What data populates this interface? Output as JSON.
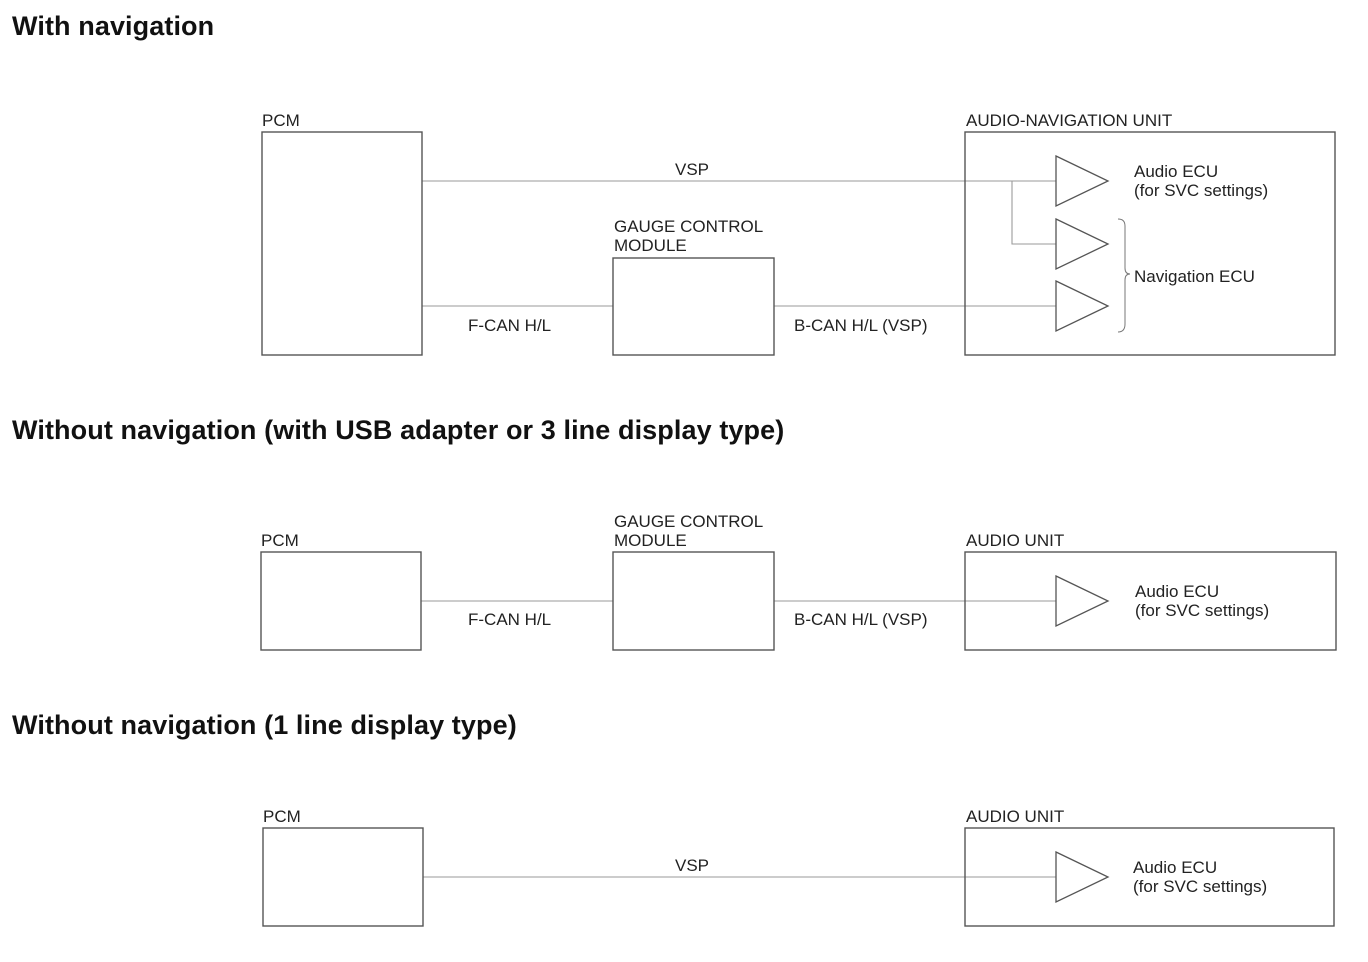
{
  "sections": [
    {
      "heading": "With navigation",
      "pcm_label": "PCM",
      "gauge_label_line1": "GAUGE CONTROL",
      "gauge_label_line2": "MODULE",
      "unit_label": "AUDIO-NAVIGATION UNIT",
      "vsp_label": "VSP",
      "fcan_label": "F-CAN H/L",
      "bcan_label": "B-CAN H/L (VSP)",
      "audio_ecu_line1": "Audio ECU",
      "audio_ecu_line2": "(for SVC settings)",
      "navigation_ecu_label": "Navigation ECU"
    },
    {
      "heading": "Without navigation (with USB adapter or 3 line display type)",
      "pcm_label": "PCM",
      "gauge_label_line1": "GAUGE CONTROL",
      "gauge_label_line2": "MODULE",
      "unit_label": "AUDIO UNIT",
      "fcan_label": "F-CAN H/L",
      "bcan_label": "B-CAN H/L (VSP)",
      "audio_ecu_line1": "Audio ECU",
      "audio_ecu_line2": "(for SVC settings)"
    },
    {
      "heading": "Without navigation (1 line display type)",
      "pcm_label": "PCM",
      "unit_label": "AUDIO UNIT",
      "vsp_label": "VSP",
      "audio_ecu_line1": "Audio ECU",
      "audio_ecu_line2": "(for SVC settings)"
    }
  ]
}
